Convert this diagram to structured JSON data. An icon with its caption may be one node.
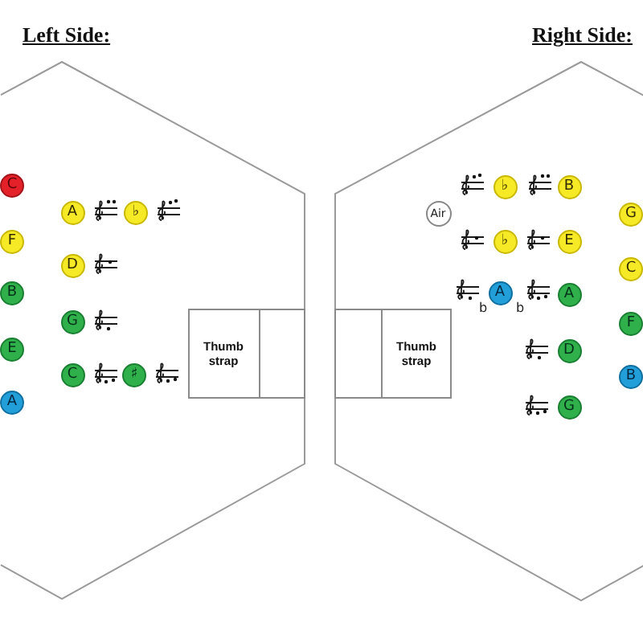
{
  "diagram": {
    "nodes": [
      {
        "text": [
          "Left Side:"
        ]
      },
      {
        "text": [
          "C"
        ],
        "in": 0
      },
      {
        "text": [
          "A"
        ],
        "in": 0
      },
      {
        "text": [
          "♭"
        ],
        "in": 0
      },
      {
        "text": [
          "F"
        ],
        "in": 0
      },
      {
        "text": [
          "D"
        ],
        "in": 0
      },
      {
        "text": [
          "B"
        ],
        "in": 0
      },
      {
        "text": [
          "G"
        ],
        "in": 0
      },
      {
        "text": [
          "Thumb strap"
        ],
        "in": 0
      },
      {
        "text": [
          "E"
        ],
        "in": 0
      },
      {
        "text": [
          "C"
        ],
        "in": 0
      },
      {
        "text": [
          "♯"
        ],
        "in": 0
      },
      {
        "text": [
          "A"
        ],
        "in": 0
      },
      {
        "text": [
          "Right Side:"
        ]
      },
      {
        "text": [
          "♭"
        ],
        "in": 13
      },
      {
        "text": [
          "B"
        ],
        "in": 13
      },
      {
        "text": [
          "Air"
        ],
        "in": 13
      },
      {
        "text": [
          "G"
        ],
        "in": 13
      },
      {
        "text": [
          "♭"
        ],
        "in": 13
      },
      {
        "text": [
          "E"
        ],
        "in": 13
      },
      {
        "text": [
          "C"
        ],
        "in": 13
      },
      {
        "text": [
          "A"
        ],
        "in": 13
      },
      {
        "text": [
          "A"
        ],
        "in": 13
      },
      {
        "text": [
          "Thumb strap"
        ],
        "in": 13
      },
      {
        "text": [
          "F"
        ],
        "in": 13
      },
      {
        "text": [
          "D"
        ],
        "in": 13
      },
      {
        "text": [
          "B"
        ],
        "in": 13
      },
      {
        "text": [
          "G"
        ],
        "in": 13
      }
    ],
    "labels": [
      "b",
      "b"
    ]
  }
}
